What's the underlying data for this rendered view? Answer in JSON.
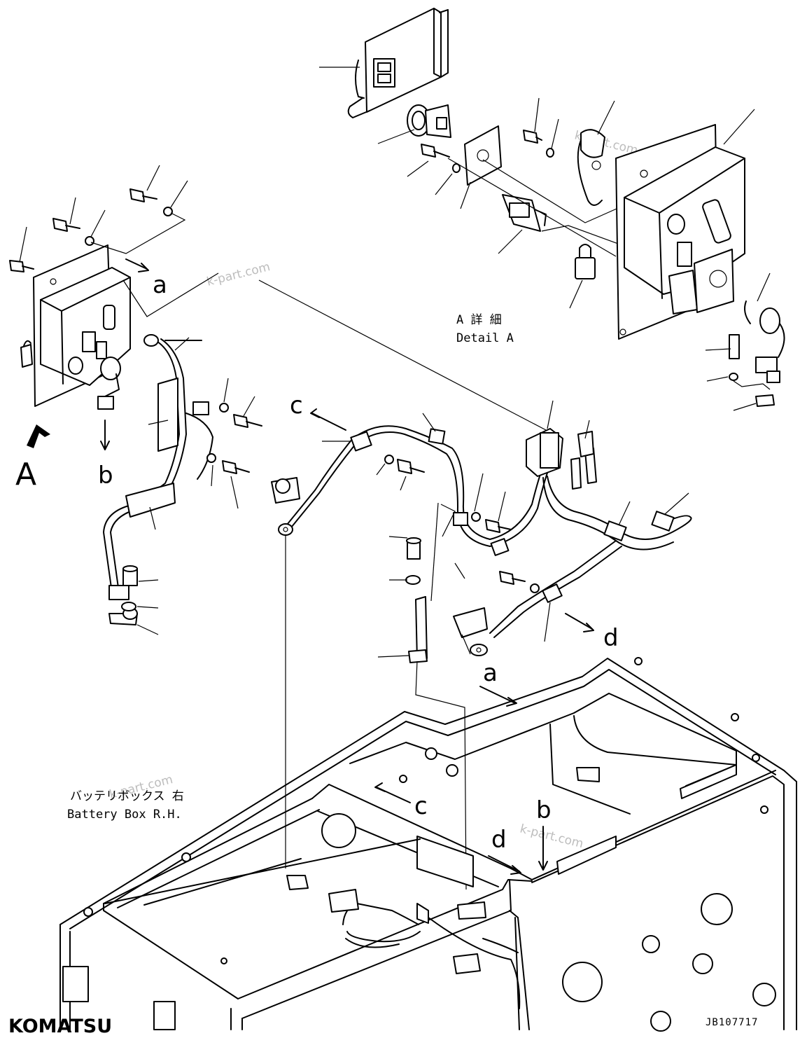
{
  "labels": {
    "view_A": "A",
    "a": "a",
    "b": "b",
    "c": "c",
    "d": "d",
    "detail_jp": "A 詳 細",
    "detail_en": "Detail A",
    "battery_box_jp": "バッテリボックス 右",
    "battery_box_en": "Battery Box R.H."
  },
  "watermark": "k-part.com",
  "brand": {
    "logo": "KOMATSU"
  },
  "drawing_code": "JB107717"
}
